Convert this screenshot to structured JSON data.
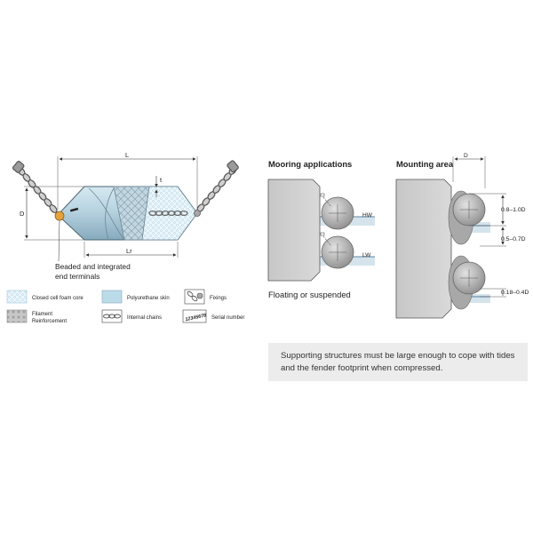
{
  "fender": {
    "dim_length": "L",
    "dim_diameter": "D",
    "dim_thickness": "t",
    "dim_inner_length": "Lr",
    "callout": [
      "Beaded and integrated",
      "end terminals"
    ]
  },
  "legend": {
    "foam": "Closed cell foam core",
    "skin": "Polyurethane skin",
    "fixings": "Fixings",
    "filament": [
      "Filament",
      "Reinforcement"
    ],
    "chains": "Internal chains",
    "serial": "Serial number",
    "serial_sample": "12345678"
  },
  "mooring": {
    "title": "Mooring applications",
    "hw": "HW",
    "lw": "LW",
    "caption": "Floating or suspended"
  },
  "mounting": {
    "title": "Mounting area",
    "dim_d": "D",
    "r1": "0.8–1.0D",
    "r2": "0.5–0.7D",
    "r3": "0.18–0.4D"
  },
  "note": {
    "text": "Supporting structures must be large enough to cope with tides and the fender footprint when compressed."
  }
}
